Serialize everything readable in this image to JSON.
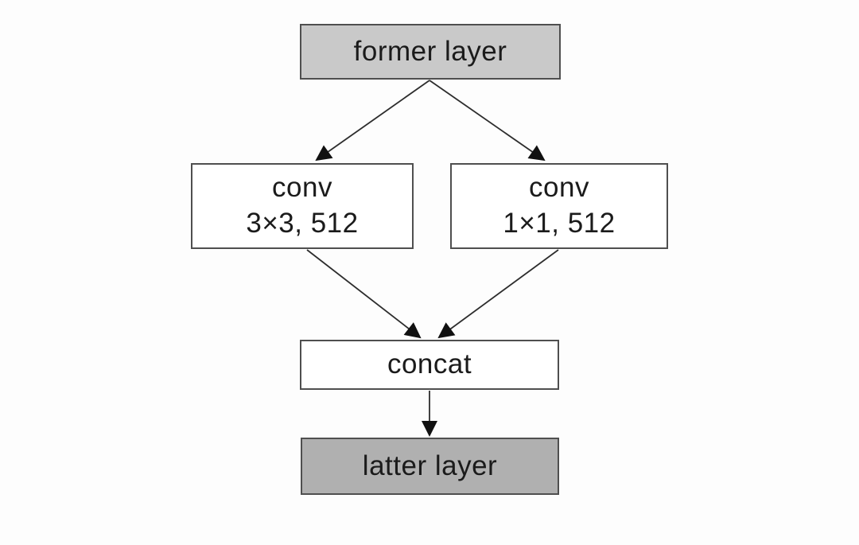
{
  "diagram": {
    "nodes": {
      "former": {
        "label": "former layer",
        "fill": "#c9c9c9"
      },
      "conv3x3": {
        "line1": "conv",
        "line2": "3×3, 512",
        "fill": "#ffffff"
      },
      "conv1x1": {
        "line1": "conv",
        "line2": "1×1, 512",
        "fill": "#ffffff"
      },
      "concat": {
        "label": "concat",
        "fill": "#ffffff"
      },
      "latter": {
        "label": "latter layer",
        "fill": "#b0b0b0"
      }
    },
    "edges": [
      {
        "from": "former layer",
        "to": "conv 3×3, 512"
      },
      {
        "from": "former layer",
        "to": "conv 1×1, 512"
      },
      {
        "from": "conv 3×3, 512",
        "to": "concat"
      },
      {
        "from": "conv 1×1, 512",
        "to": "concat"
      },
      {
        "from": "concat",
        "to": "latter layer"
      }
    ],
    "colors": {
      "background": "#fdfdfd",
      "node_border": "#4f4f4f",
      "edge_line": "#2d2d2d",
      "arrowhead": "#111111",
      "text": "#1b1b1b"
    }
  }
}
